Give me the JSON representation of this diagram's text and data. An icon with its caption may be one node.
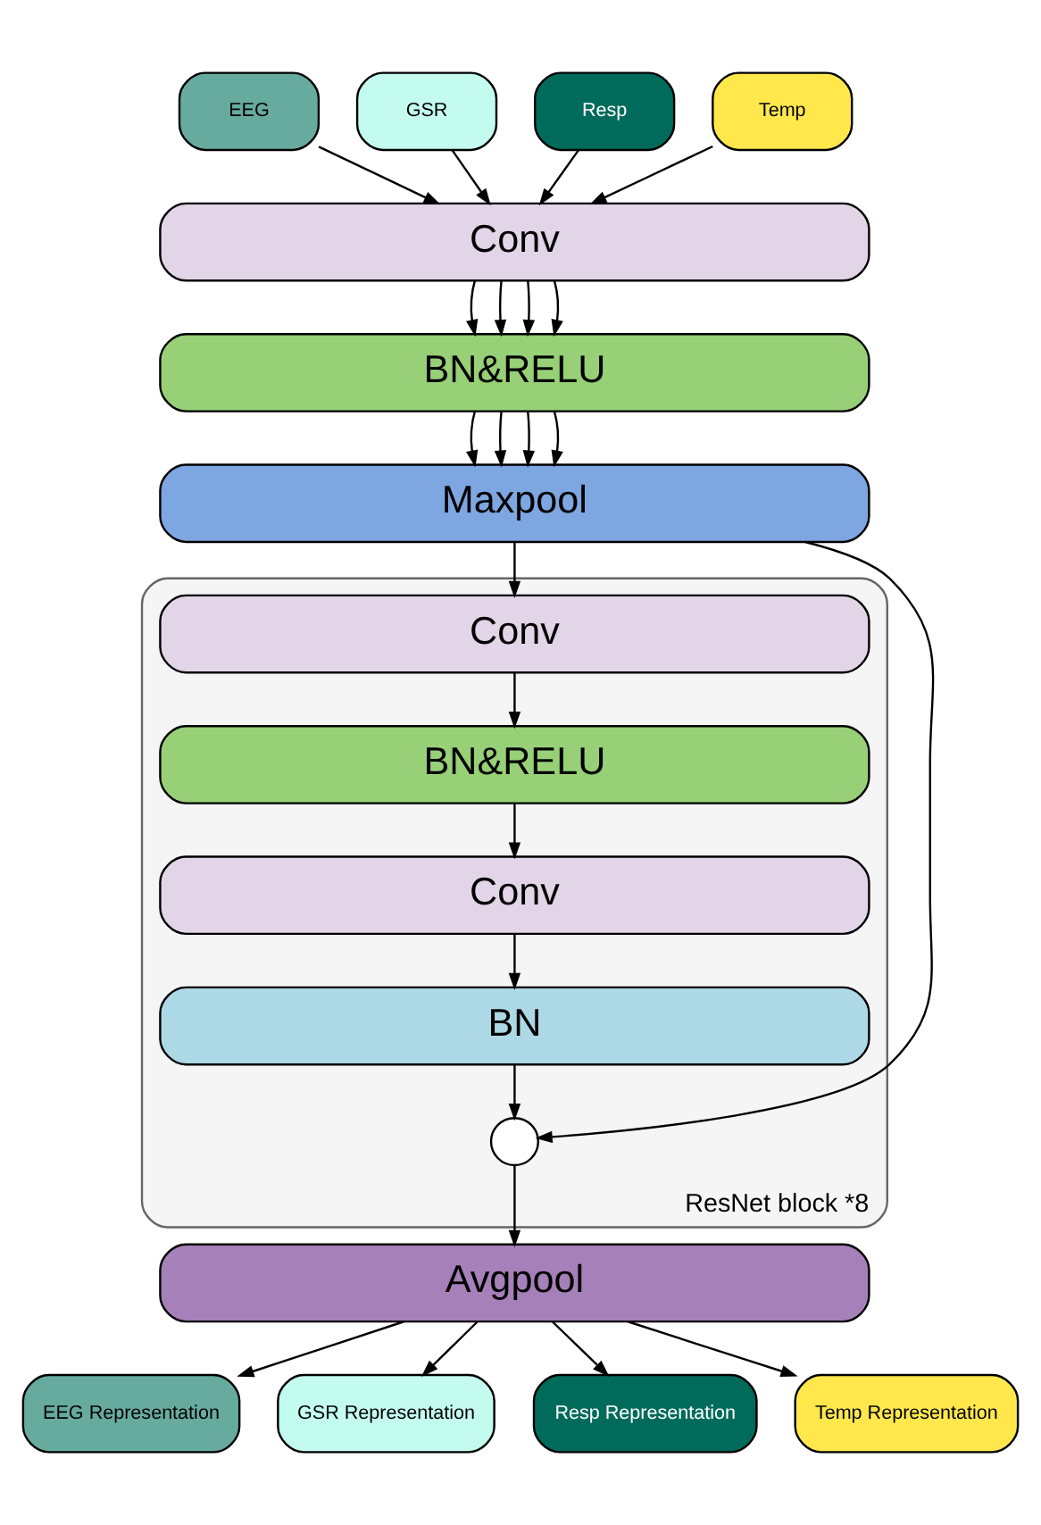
{
  "diagram": {
    "nodes": [
      {
        "text": [
          "EEG"
        ]
      },
      {
        "text": [
          "GSR"
        ]
      },
      {
        "text": [
          "Resp"
        ]
      },
      {
        "text": [
          "Temp"
        ]
      },
      {
        "text": [
          "Conv"
        ]
      },
      {
        "text": [
          "BN&RELU"
        ]
      },
      {
        "text": [
          "Maxpool"
        ]
      },
      {
        "text": [
          "ResNet block *8"
        ]
      },
      {
        "text": [
          "Conv"
        ],
        "in": 7
      },
      {
        "text": [
          "BN&RELU"
        ],
        "in": 7
      },
      {
        "text": [
          "Conv"
        ],
        "in": 7
      },
      {
        "text": [
          "BN"
        ],
        "in": 7
      },
      {
        "text": [],
        "shape": "circle",
        "in": 7
      },
      {
        "text": [
          "Avgpool"
        ]
      },
      {
        "text": [
          "EEG Representation"
        ]
      },
      {
        "text": [
          "GSR Representation"
        ]
      },
      {
        "text": [
          "Resp Representation"
        ]
      },
      {
        "text": [
          "Temp Representation"
        ]
      }
    ],
    "edges": [
      {
        "from": 0,
        "to": 4,
        "arrow": "to"
      },
      {
        "from": 1,
        "to": 4,
        "arrow": "to"
      },
      {
        "from": 2,
        "to": 4,
        "arrow": "to"
      },
      {
        "from": 3,
        "to": 4,
        "arrow": "to"
      },
      {
        "from": 4,
        "to": 5,
        "arrow": "to"
      },
      {
        "from": 4,
        "to": 5,
        "arrow": "to"
      },
      {
        "from": 4,
        "to": 5,
        "arrow": "to"
      },
      {
        "from": 4,
        "to": 5,
        "arrow": "to"
      },
      {
        "from": 5,
        "to": 6,
        "arrow": "to"
      },
      {
        "from": 5,
        "to": 6,
        "arrow": "to"
      },
      {
        "from": 5,
        "to": 6,
        "arrow": "to"
      },
      {
        "from": 5,
        "to": 6,
        "arrow": "to"
      },
      {
        "from": 6,
        "to": 8,
        "arrow": "to"
      },
      {
        "from": 8,
        "to": 9,
        "arrow": "to"
      },
      {
        "from": 9,
        "to": 10,
        "arrow": "to"
      },
      {
        "from": 10,
        "to": 11,
        "arrow": "to"
      },
      {
        "from": 11,
        "to": 12,
        "arrow": "to"
      },
      {
        "from": 6,
        "to": 12,
        "arrow": "to"
      },
      {
        "from": 12,
        "to": 13,
        "arrow": "to"
      },
      {
        "from": 13,
        "to": 14,
        "arrow": "to"
      },
      {
        "from": 13,
        "to": 15,
        "arrow": "to"
      },
      {
        "from": 13,
        "to": 16,
        "arrow": "to"
      },
      {
        "from": 13,
        "to": 17,
        "arrow": "to"
      }
    ]
  }
}
